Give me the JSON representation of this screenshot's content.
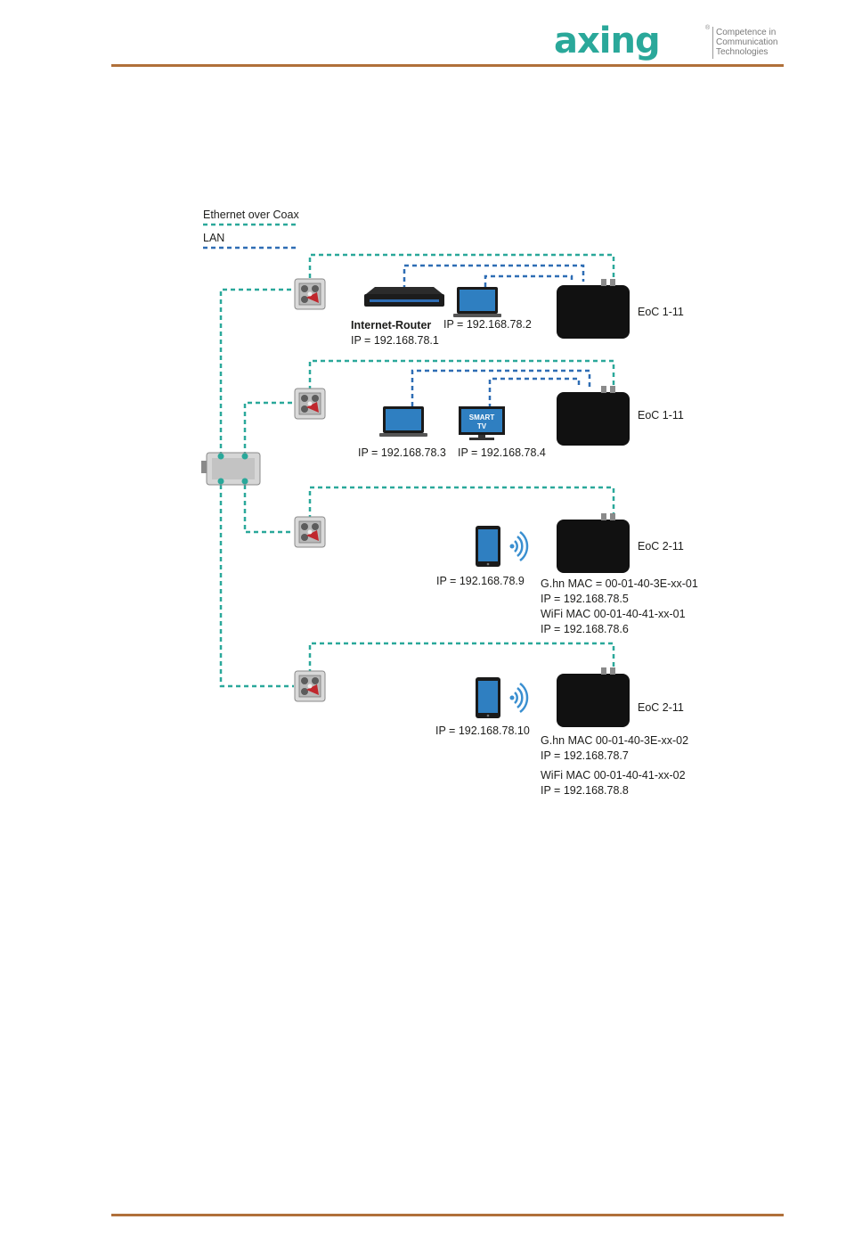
{
  "header": {
    "logo_text": "axing",
    "logo_registered": "®",
    "tagline": [
      "Competence in",
      "Communication",
      "Technologies"
    ]
  },
  "colors": {
    "accent_rule": "#b0703a",
    "eoc_line": "#2aa89a",
    "lan_line": "#2e6db4",
    "device": "#111111"
  },
  "legend": {
    "eoc_label": "Ethernet over Coax",
    "lan_label": "LAN"
  },
  "rows": [
    {
      "adapter_label": "EoC 1-11",
      "devices": [
        {
          "icon": "router-icon",
          "label": "Internet-Router",
          "ip": "IP = 192.168.78.1"
        },
        {
          "icon": "laptop-icon",
          "ip": "IP = 192.168.78.2"
        }
      ]
    },
    {
      "adapter_label": "EoC 1-11",
      "devices": [
        {
          "icon": "laptop-icon",
          "ip": "IP = 192.168.78.3"
        },
        {
          "icon": "smart-tv-icon",
          "screen_text": [
            "SMART",
            "TV"
          ],
          "ip": "IP = 192.168.78.4"
        }
      ]
    },
    {
      "adapter_label": "EoC 2-11",
      "devices": [
        {
          "icon": "tablet-wifi-icon",
          "ip": "IP = 192.168.78.9"
        }
      ],
      "adapter_info": [
        "G.hn MAC = 00-01-40-3E-xx-01",
        "IP = 192.168.78.5",
        "WiFi MAC 00-01-40-41-xx-01",
        "IP = 192.168.78.6"
      ]
    },
    {
      "adapter_label": "EoC 2-11",
      "devices": [
        {
          "icon": "tablet-wifi-icon",
          "ip": "IP = 192.168.78.10"
        }
      ],
      "adapter_info": [
        "G.hn MAC 00-01-40-3E-xx-02",
        "IP = 192.168.78.7",
        "WiFi MAC 00-01-40-41-xx-02",
        "IP = 192.168.78.8"
      ]
    }
  ]
}
